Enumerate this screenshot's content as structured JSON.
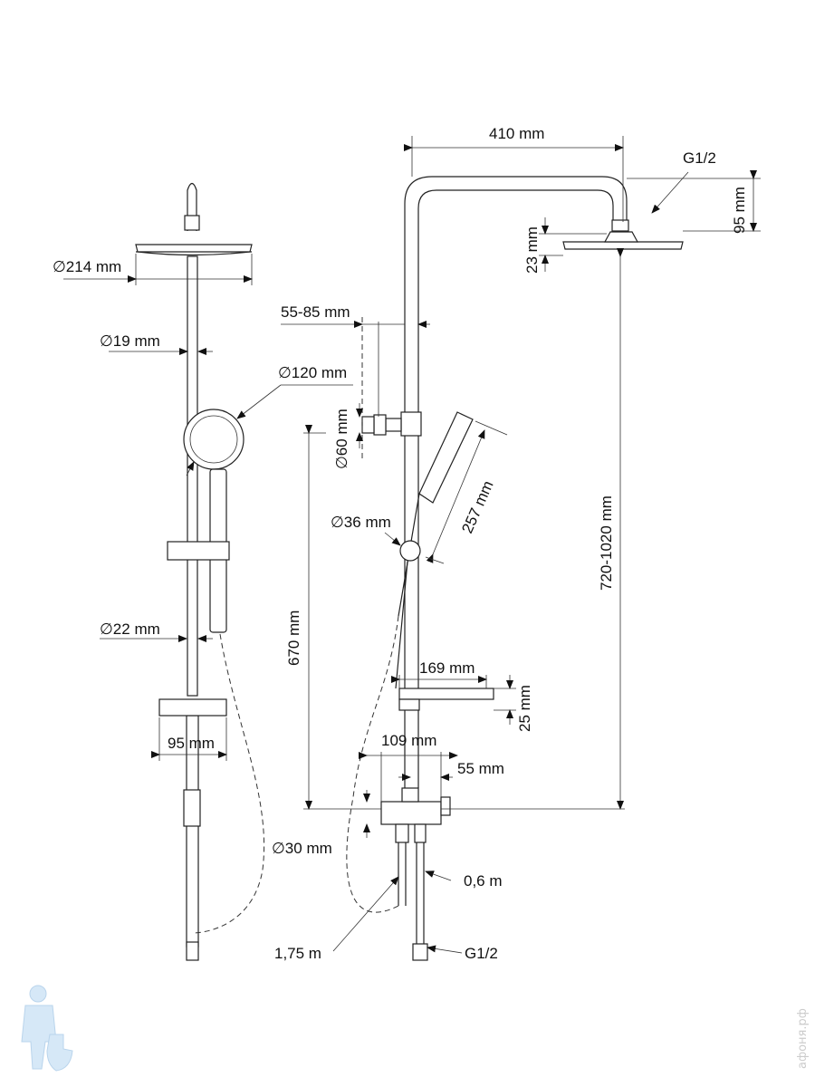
{
  "left_view": {
    "rain_head_diameter": "∅214 mm",
    "upper_pipe_diameter": "∅19 mm",
    "hand_shower_diameter": "∅120 mm",
    "lower_pipe_diameter": "∅22 mm",
    "shelf_width": "95 mm"
  },
  "right_view": {
    "arm_length": "410 mm",
    "head_connection": "G1/2",
    "head_drop": "95 mm",
    "head_thickness": "23 mm",
    "wall_offset": "55-85 mm",
    "bracket_diameter": "∅60 mm",
    "hand_shower_length": "257 mm",
    "knob_diameter": "∅36 mm",
    "holder_height": "670 mm",
    "head_height": "720-1020 mm",
    "shelf_length": "169 mm",
    "shelf_height": "25 mm",
    "mixer_width": "109 mm",
    "mixer_offset": "55 mm",
    "mixer_diameter": "∅30 mm",
    "supply_hose_length": "0,6 m",
    "hand_hose_length": "1,75 m",
    "supply_connection": "G1/2"
  },
  "watermark": "афоня.рф",
  "colors": {
    "line": "#222222",
    "logo": "#cfe3f5"
  }
}
